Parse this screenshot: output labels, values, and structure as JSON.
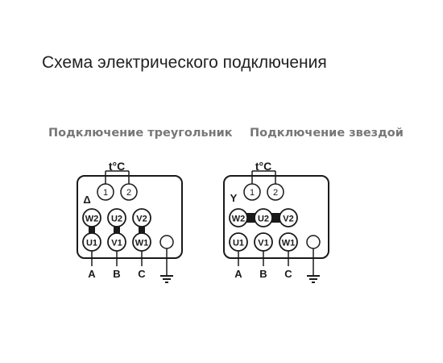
{
  "title": "Схема электрического подключения",
  "colors": {
    "line": "#1a1a1a",
    "subtitle": "#777777",
    "title": "#222222"
  },
  "diagrams": [
    {
      "name": "triangle",
      "title": "Подключение треугольник",
      "temp_label": "t°C",
      "thermal_contacts": [
        "1",
        "2"
      ],
      "connection_symbol": "Δ",
      "top_row": [
        "W2",
        "U2",
        "V2"
      ],
      "bottom_row": [
        "U1",
        "V1",
        "W1"
      ],
      "phases": [
        "A",
        "B",
        "C"
      ],
      "ground_icon": "ground-icon"
    },
    {
      "name": "star",
      "title": "Подключение звездой",
      "temp_label": "t°C",
      "thermal_contacts": [
        "1",
        "2"
      ],
      "connection_symbol": "Y",
      "top_row": [
        "W2",
        "U2",
        "V2"
      ],
      "bottom_row": [
        "U1",
        "V1",
        "W1"
      ],
      "phases": [
        "A",
        "B",
        "C"
      ],
      "ground_icon": "ground-icon"
    }
  ]
}
